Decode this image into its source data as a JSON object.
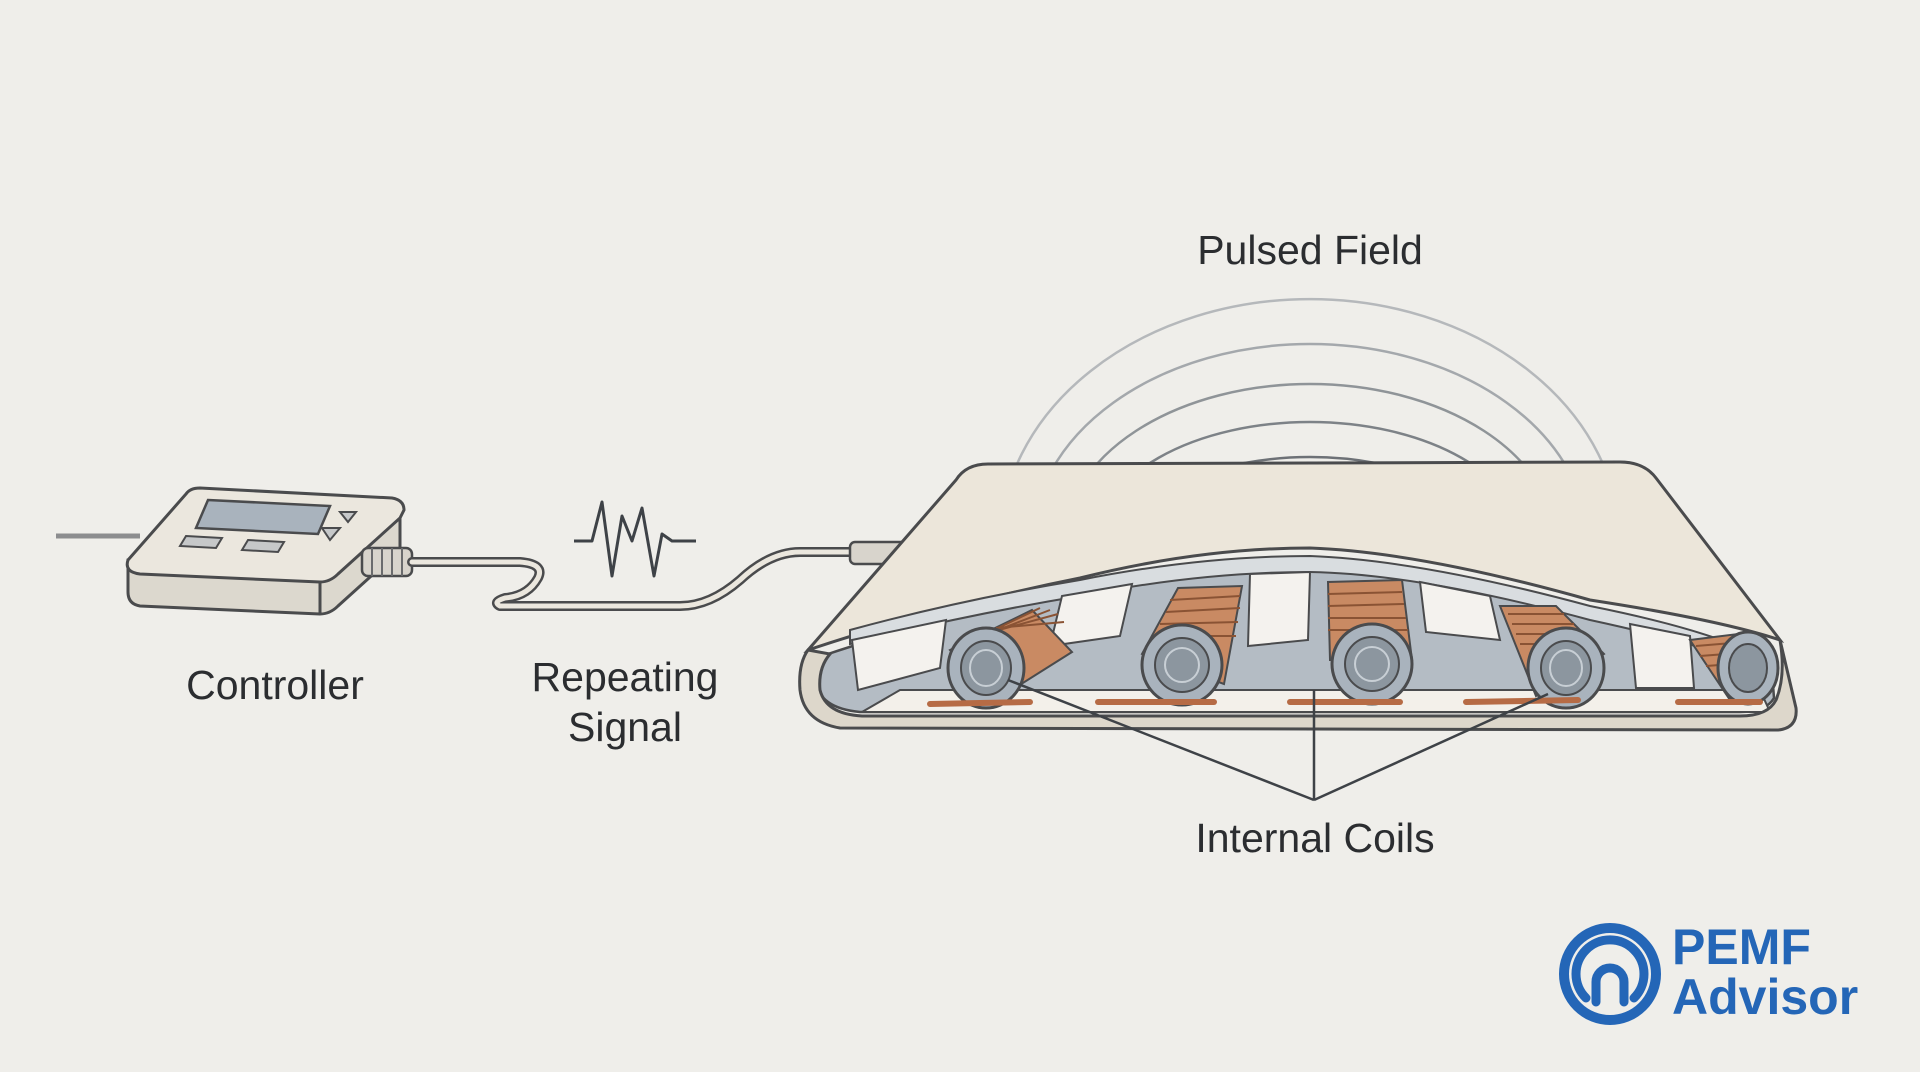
{
  "labels": {
    "pulsed_field": "Pulsed Field",
    "controller": "Controller",
    "repeating_signal_line1": "Repeating",
    "repeating_signal_line2": "Signal",
    "internal_coils": "Internal Coils"
  },
  "logo": {
    "line1": "PEMF",
    "line2": "Advisor",
    "color": "#2466b7"
  },
  "colors": {
    "background": "#efeeea",
    "mat": "#ece6da",
    "coil_copper": "#c98a63",
    "coil_core": "#a9b3bd",
    "outline": "#4a4b4d",
    "field_arcs": "#8a8f95"
  }
}
